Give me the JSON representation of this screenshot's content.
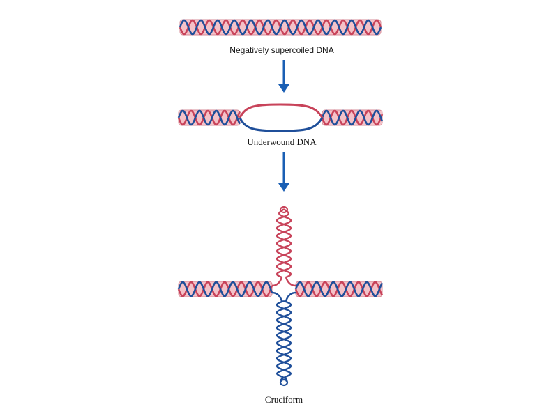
{
  "labels": {
    "supercoiled": "Negatively supercoiled DNA",
    "underwound": "Underwound DNA",
    "cruciform": "Cruciform"
  },
  "colors": {
    "strand_red": "#c8435a",
    "strand_blue": "#1f4f9a",
    "tube_fill": "#f4c2c8",
    "tube_edge": "#d68b97",
    "arrow": "#1a5fb4"
  }
}
